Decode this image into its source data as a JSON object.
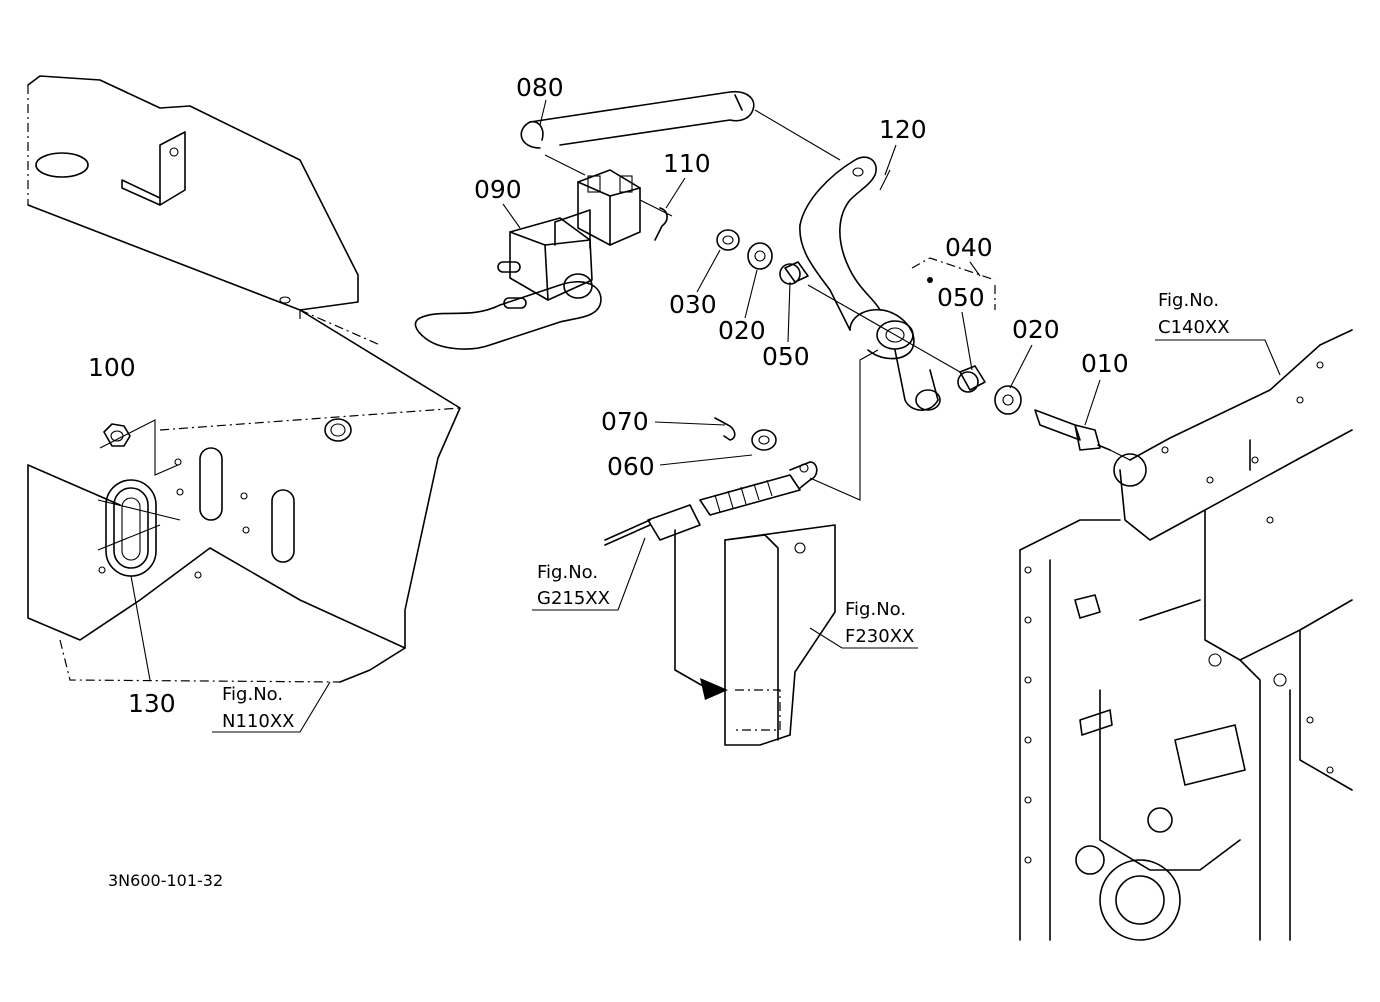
{
  "callouts": {
    "p080": "080",
    "p090": "090",
    "p110": "110",
    "p120": "120",
    "p040": "040",
    "p050_top": "050",
    "p030": "030",
    "p020_left": "020",
    "p050_left": "050",
    "p020_right": "020",
    "p010": "010",
    "p100": "100",
    "p130": "130",
    "p070": "070",
    "p060": "060"
  },
  "references": {
    "c140": {
      "label": "Fig.No.",
      "code": "C140XX"
    },
    "g215": {
      "label": "Fig.No.",
      "code": "G215XX"
    },
    "f230": {
      "label": "Fig.No.",
      "code": "F230XX"
    },
    "n110": {
      "label": "Fig.No.",
      "code": "N110XX"
    }
  },
  "diagram_code": "3N600-101-32"
}
